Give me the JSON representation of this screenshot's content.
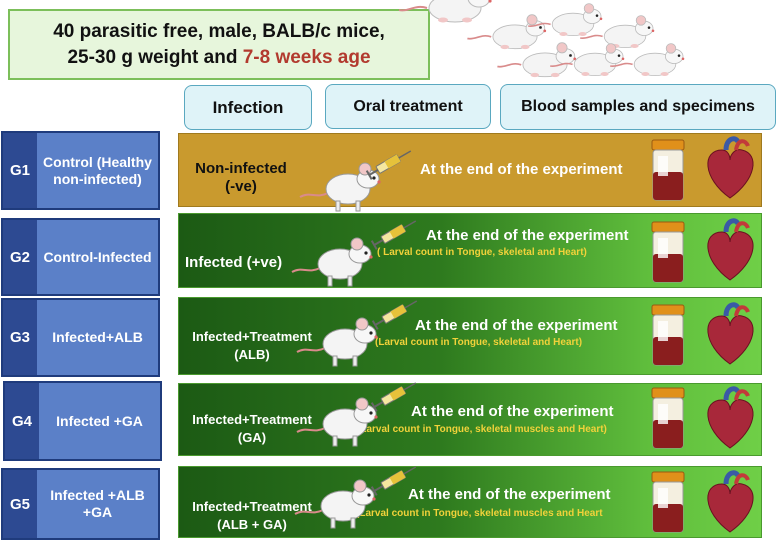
{
  "title": {
    "line1": "40 parasitic free, male, BALB/c mice,",
    "line2_prefix": "25-30 g weight and ",
    "line2_highlight": "7-8 weeks age",
    "highlight_color": "#b23a2e"
  },
  "headers": {
    "infection": "Infection",
    "oral_treatment": "Oral treatment",
    "blood_samples": "Blood samples and specimens"
  },
  "groups": [
    {
      "id": "G1",
      "label": "Control (Healthy non-infected)",
      "panel_text": "Non-infected (-ve)",
      "end_text": "At the end of the experiment",
      "sub_text": ""
    },
    {
      "id": "G2",
      "label": "Control-Infected",
      "panel_text": "Infected (+ve)",
      "end_text": "At the end of the experiment",
      "sub_text": "( Larval count in Tongue,  skeletal  and Heart)"
    },
    {
      "id": "G3",
      "label": "Infected+ALB",
      "panel_text": "Infected+Treatment (ALB)",
      "end_text": "At the end of the experiment",
      "sub_text": "(Larval count in Tongue,  skeletal  and Heart)"
    },
    {
      "id": "G4",
      "label": "Infected +GA",
      "panel_text": "Infected+Treatment (GA)",
      "end_text": "At the end of the experiment",
      "sub_text": "(Larval count in Tongue, skeletal muscles  and Heart)"
    },
    {
      "id": "G5",
      "label": "Infected +ALB +GA",
      "panel_text": "Infected+Treatment (ALB + GA)",
      "end_text": "At the end of the experiment",
      "sub_text": "(Larval count in Tongue,  skeletal muscles  and Heart"
    }
  ],
  "colors": {
    "group_box": "#5b80c8",
    "panel_control": "#c99a2e",
    "panel_infected": "#2e7a1e",
    "sub_text": "#f1d23a"
  },
  "icons": [
    "mouse-icon",
    "syringe-icon",
    "sample-jar-icon",
    "heart-icon",
    "mice-group-icon"
  ]
}
